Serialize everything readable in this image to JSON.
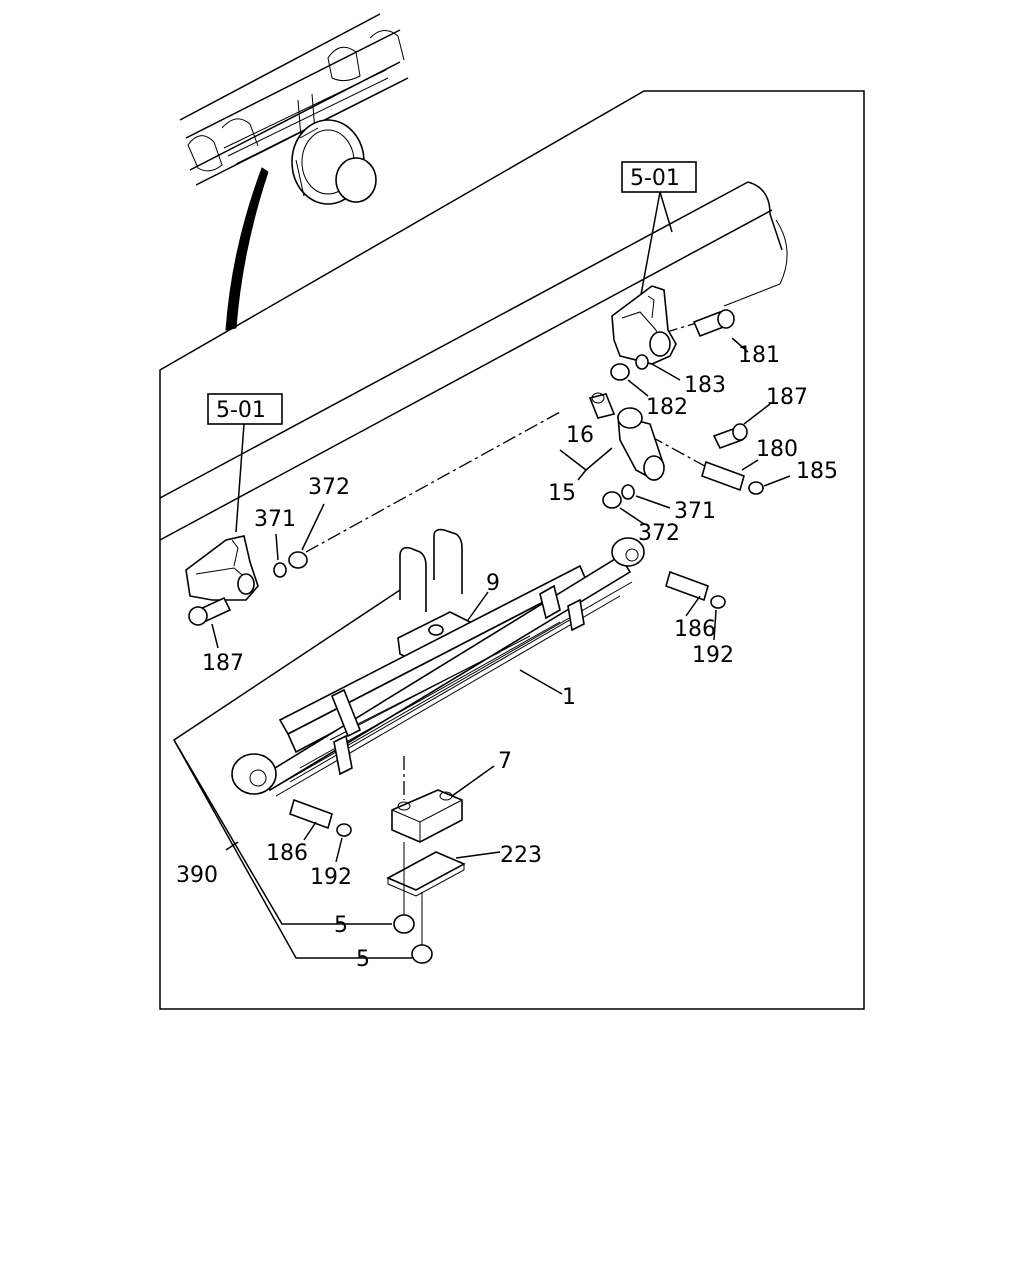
{
  "diagram": {
    "ref_group_top": "5-01",
    "ref_group_left": "5-01",
    "callouts": {
      "c181": "181",
      "c183": "183",
      "c182": "182",
      "c187_top": "187",
      "c16": "16",
      "c180": "180",
      "c185": "185",
      "c15": "15",
      "c371_right": "371",
      "c372_right": "372",
      "c372_left": "372",
      "c371_left": "371",
      "c187_left": "187",
      "c9": "9",
      "c186_right": "186",
      "c192_right": "192",
      "c1": "1",
      "c7": "7",
      "c186_left": "186",
      "c192_left": "192",
      "c223": "223",
      "c390": "390",
      "c5_upper": "5",
      "c5_lower": "5"
    }
  }
}
